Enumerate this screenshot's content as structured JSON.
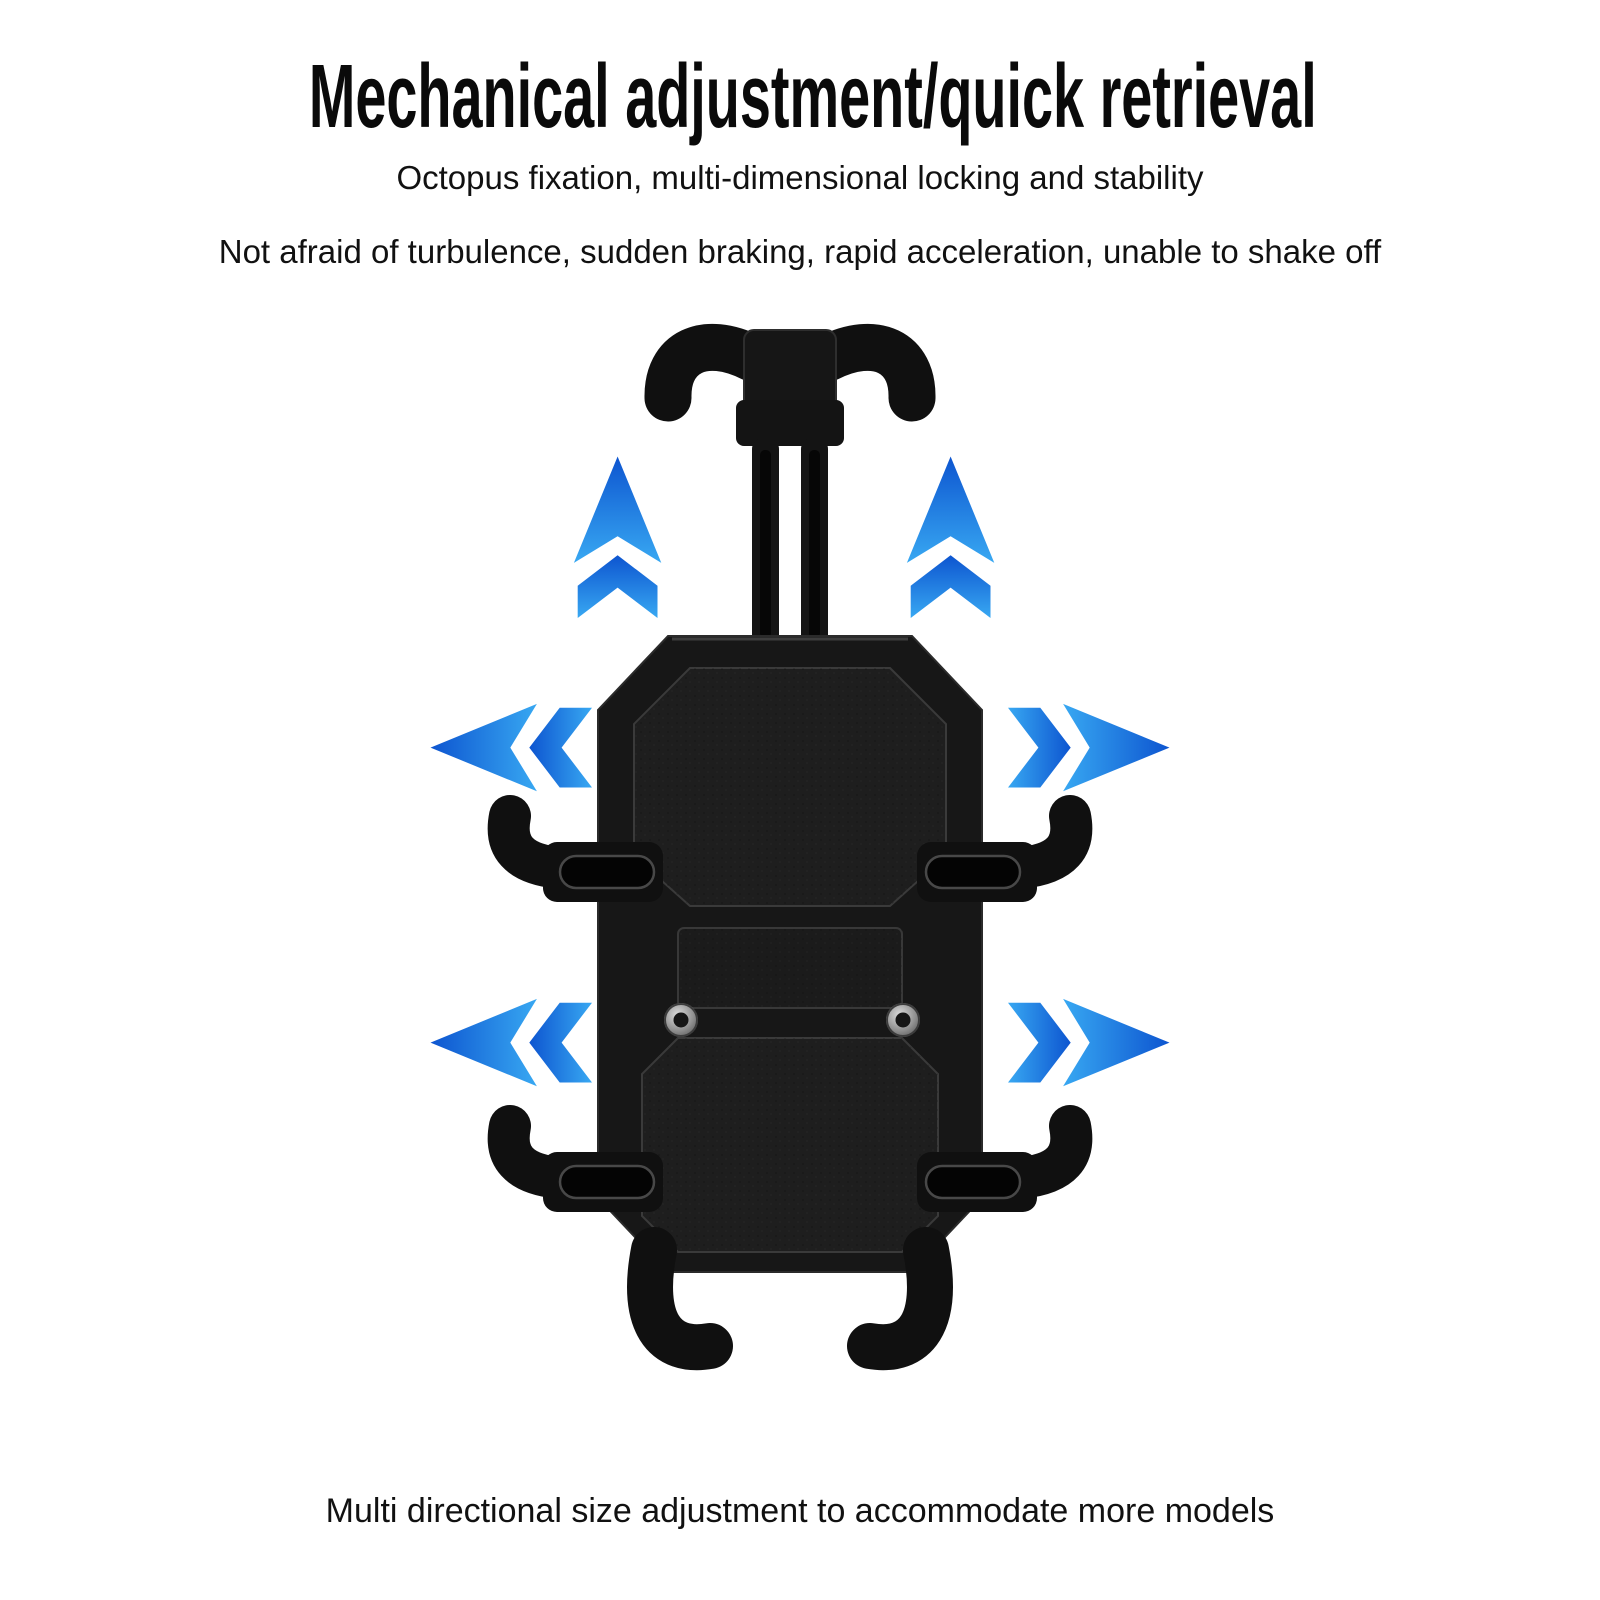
{
  "page": {
    "title": "Mechanical adjustment/quick retrieval",
    "subtitle1": "Octopus fixation, multi-dimensional locking and stability",
    "subtitle2": "Not afraid of turbulence, sudden braking, rapid acceleration, unable to shake off",
    "caption": "Multi directional size adjustment to accommodate more models"
  },
  "illustration": {
    "subject": "octopus phone mount holder",
    "components": [
      "top-clamp-hooks",
      "slide-rails",
      "mount-body-plate",
      "upper-panel",
      "center-panel",
      "lower-panel",
      "screw-left",
      "screw-right",
      "side-claw-top-left",
      "side-claw-top-right",
      "side-claw-bottom-left",
      "side-claw-bottom-right",
      "bottom-hook-left",
      "bottom-hook-right"
    ],
    "arrows": [
      {
        "name": "arrow-up-left",
        "direction": "up"
      },
      {
        "name": "arrow-up-right",
        "direction": "up"
      },
      {
        "name": "arrow-left-upper",
        "direction": "left"
      },
      {
        "name": "arrow-left-lower",
        "direction": "left"
      },
      {
        "name": "arrow-right-upper",
        "direction": "right"
      },
      {
        "name": "arrow-right-lower",
        "direction": "right"
      }
    ]
  },
  "colors": {
    "background": "#ffffff",
    "text": "#000000",
    "arrow_blue_light": "#38a8f2",
    "arrow_blue_dark": "#0d55d0",
    "mount_black": "#141414",
    "panel_dark": "#1e1e1e"
  }
}
